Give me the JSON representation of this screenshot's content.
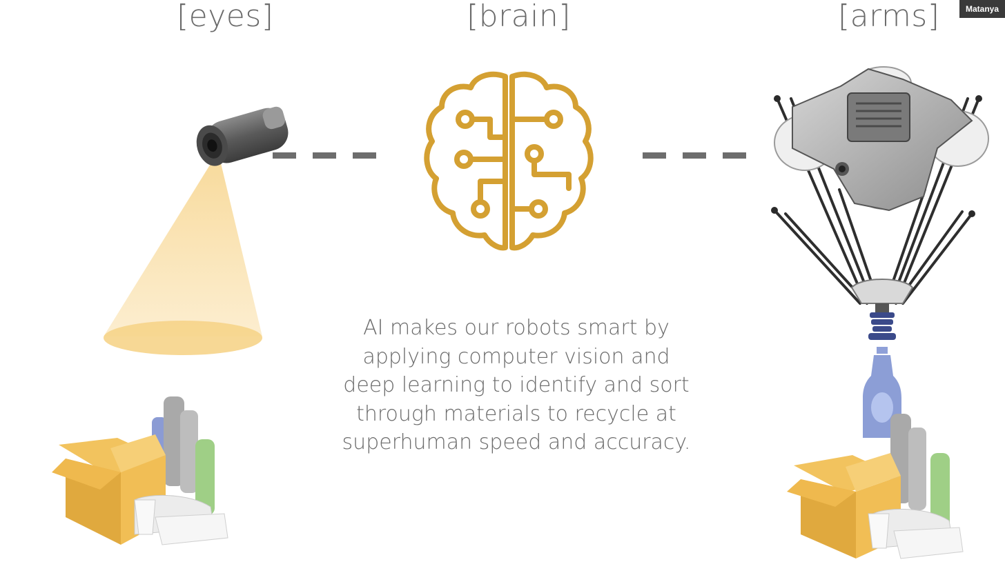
{
  "headings": {
    "eyes": "[eyes]",
    "brain": "[brain]",
    "arms": "[arms]"
  },
  "caption": {
    "line1": "AI makes our robots smart by",
    "line2": "applying computer vision and",
    "line3": "deep learning to identify and sort",
    "line4": "through materials to recycle at",
    "line5": "superhuman speed and accuracy."
  },
  "participant_name": "Matanya",
  "icons": {
    "camera": "security-camera-icon",
    "brain": "circuit-brain-icon",
    "robot": "delta-robot-arm-icon",
    "recycling": "recycling-box-icon"
  },
  "colors": {
    "brain": "#d4a032",
    "cone": "#f7d58e",
    "text": "#6b6b6b",
    "dash": "#6d6d6d"
  }
}
